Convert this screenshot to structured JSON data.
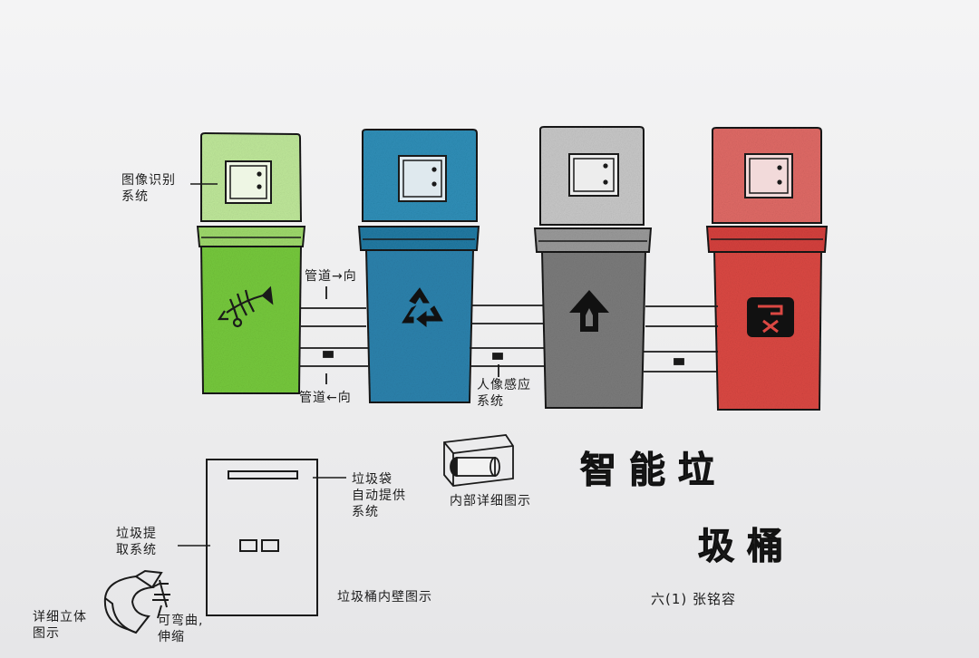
{
  "title": {
    "line1": "智能垃",
    "line2": "圾桶"
  },
  "author": "六(1)  张铭容",
  "labels": {
    "image_recognition": "图像识别\n系统",
    "pipe_right": "管道→向",
    "pipe_left": "管道←向",
    "human_sensor": "人像感应\n系统",
    "bag_auto_supply": "垃圾袋\n自动提供\n系统",
    "internal_detail": "内部详细图示",
    "garbage_pickup": "垃圾提\n取系统",
    "bin_inner_wall": "垃圾桶内壁图示",
    "detail_3d": "详细立体\n图示",
    "bendable": "可弯曲,\n伸缩"
  },
  "bins": [
    {
      "name": "kitchen-waste-bin",
      "color": "#7fcf48",
      "icon": "fish-bone-icon"
    },
    {
      "name": "recyclable-bin",
      "color": "#2b86b0",
      "icon": "recycle-icon"
    },
    {
      "name": "other-waste-bin",
      "color": "#8c8c8c",
      "icon": "arrow-up-icon"
    },
    {
      "name": "hazardous-waste-bin",
      "color": "#dc4a46",
      "icon": "hazard-cross-icon"
    }
  ]
}
